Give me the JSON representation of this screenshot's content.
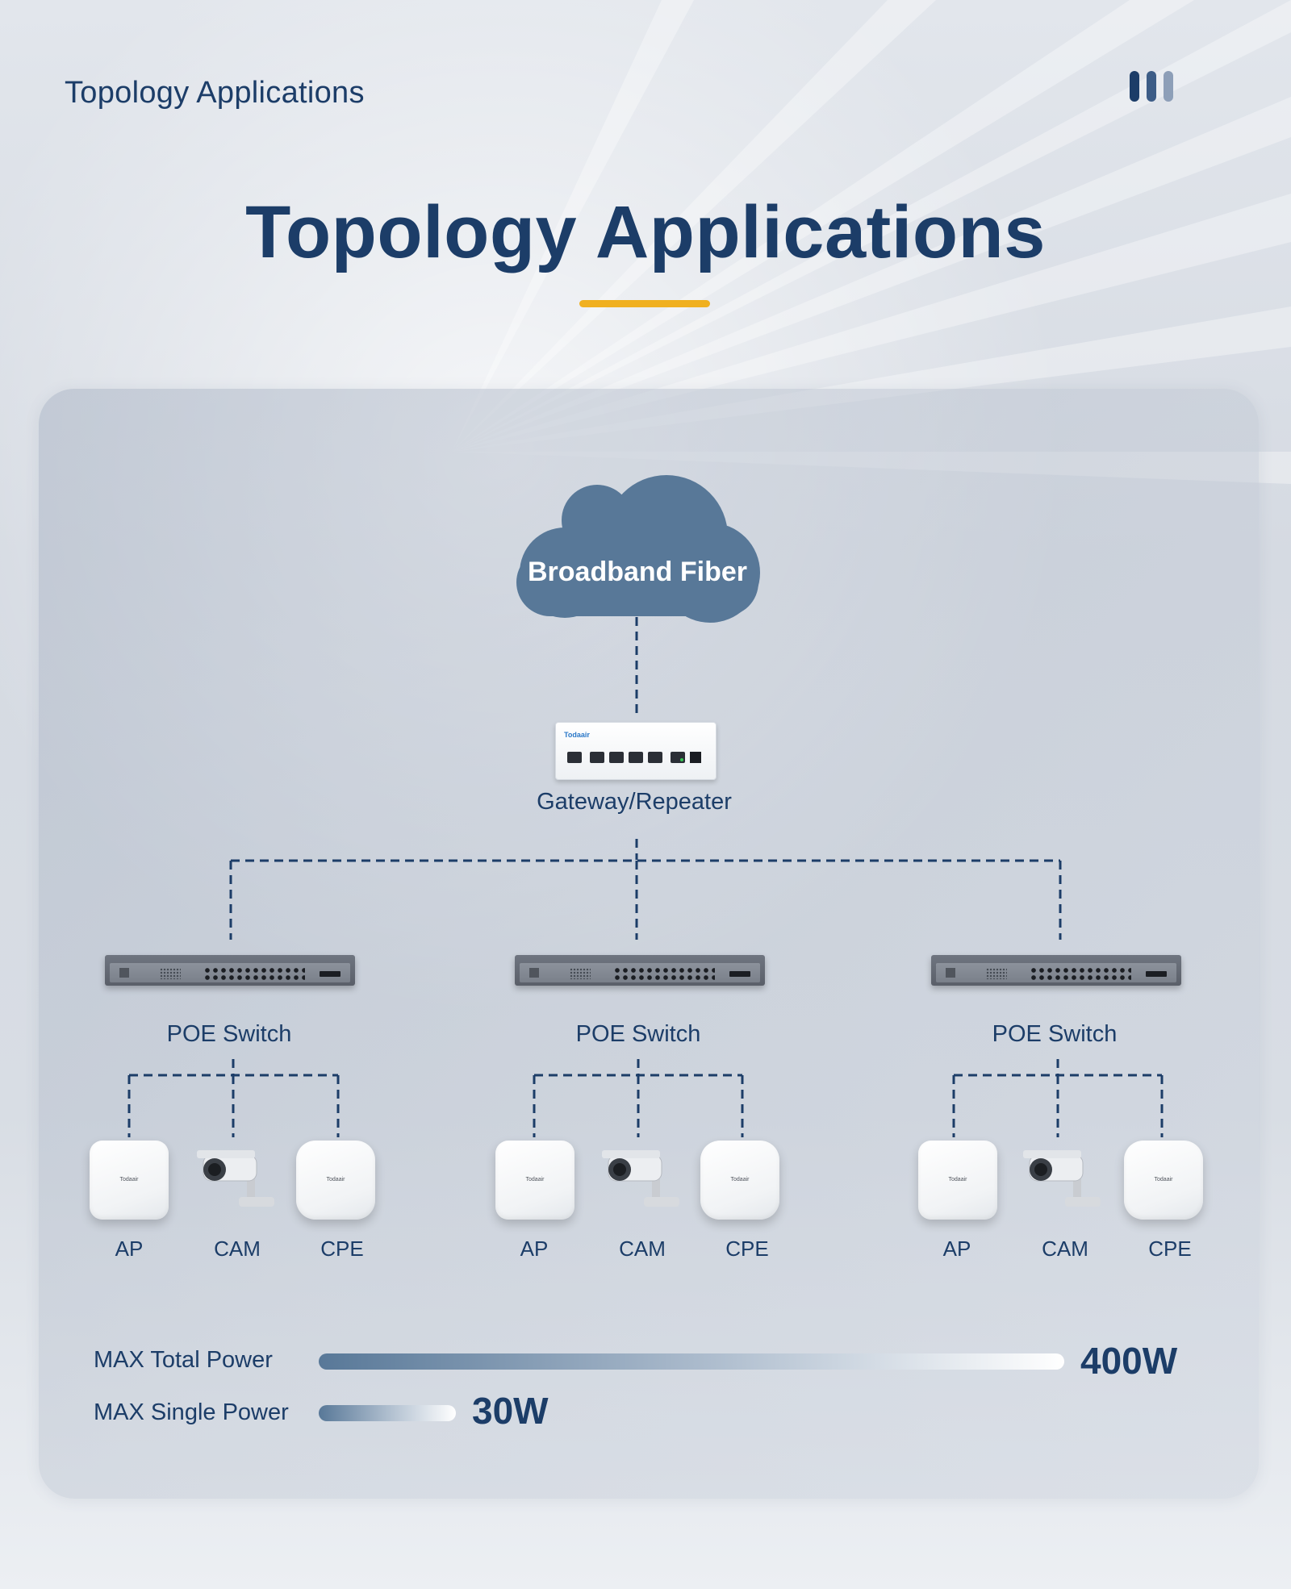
{
  "header": {
    "title": "Topology Applications"
  },
  "main_title": "Topology Applications",
  "colors": {
    "navy": "#1c3d68",
    "accent_underline": "#f0b020",
    "cloud": "#587898",
    "connector": "#1c3d68"
  },
  "icons": {
    "header": "three-vertical-bars-icon",
    "cloud": "cloud-icon",
    "gateway": "gateway-device-icon",
    "switch": "poe-switch-icon",
    "ap": "access-point-icon",
    "cam": "security-camera-icon",
    "cpe": "cpe-device-icon"
  },
  "diagram": {
    "cloud": {
      "label": "Broadband Fiber"
    },
    "gateway": {
      "label": "Gateway/Repeater",
      "brand": "Todaair"
    },
    "branches": [
      {
        "switch_label": "POE Switch",
        "devices": [
          {
            "label": "AP",
            "brand": "Todaair"
          },
          {
            "label": "CAM"
          },
          {
            "label": "CPE",
            "brand": "Todaair"
          }
        ]
      },
      {
        "switch_label": "POE Switch",
        "devices": [
          {
            "label": "AP",
            "brand": "Todaair"
          },
          {
            "label": "CAM"
          },
          {
            "label": "CPE",
            "brand": "Todaair"
          }
        ]
      },
      {
        "switch_label": "POE Switch",
        "devices": [
          {
            "label": "AP",
            "brand": "Todaair"
          },
          {
            "label": "CAM"
          },
          {
            "label": "CPE",
            "brand": "Todaair"
          }
        ]
      }
    ]
  },
  "power": [
    {
      "label": "MAX Total Power",
      "value": "400W",
      "watts": 400
    },
    {
      "label": "MAX Single Power",
      "value": "30W",
      "watts": 30
    }
  ]
}
